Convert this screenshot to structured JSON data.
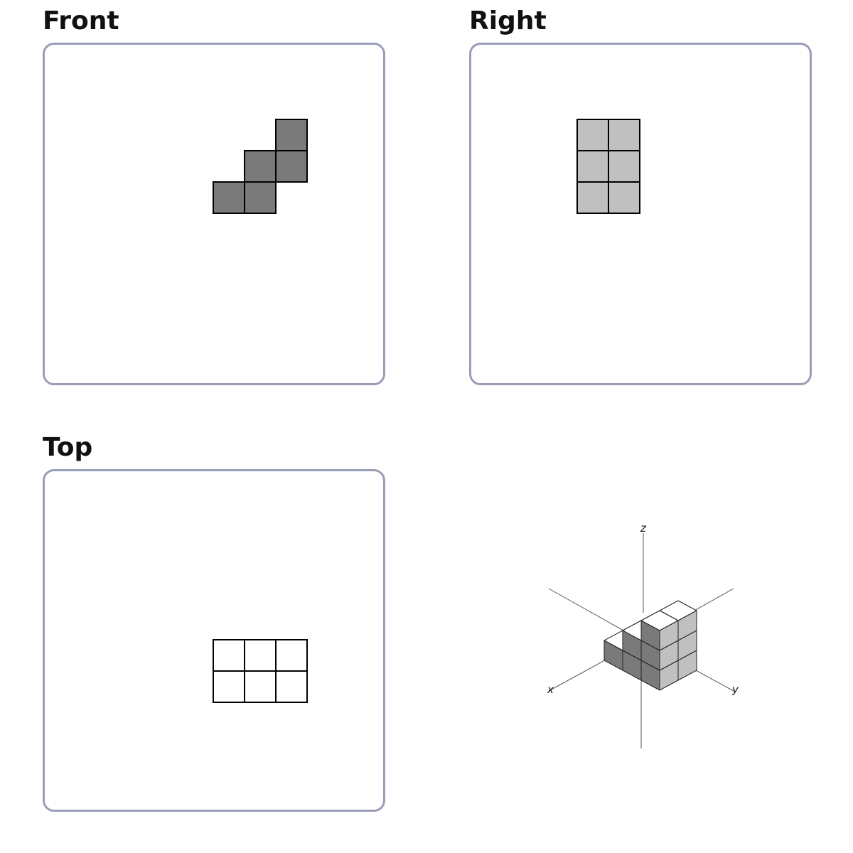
{
  "views": {
    "front": {
      "title": "Front",
      "fill": "#7a7a7a",
      "cells": [
        [
          2,
          0
        ],
        [
          1,
          1
        ],
        [
          2,
          1
        ],
        [
          0,
          2
        ],
        [
          1,
          2
        ]
      ]
    },
    "right": {
      "title": "Right",
      "fill": "#c0c0c0",
      "cells": [
        [
          0,
          0
        ],
        [
          1,
          0
        ],
        [
          0,
          1
        ],
        [
          1,
          1
        ],
        [
          0,
          2
        ],
        [
          1,
          2
        ]
      ]
    },
    "top": {
      "title": "Top",
      "fill": "#ffffff",
      "cells": [
        [
          0,
          0
        ],
        [
          1,
          0
        ],
        [
          2,
          0
        ],
        [
          0,
          1
        ],
        [
          1,
          1
        ],
        [
          2,
          1
        ]
      ]
    }
  },
  "isometric": {
    "axis_labels": {
      "x": "x",
      "y": "y",
      "z": "z"
    },
    "colors": {
      "top": "#ffffff",
      "front": "#7a7a7a",
      "right": "#c0c0c0",
      "edge": "#222222",
      "axis": "#555555"
    }
  }
}
